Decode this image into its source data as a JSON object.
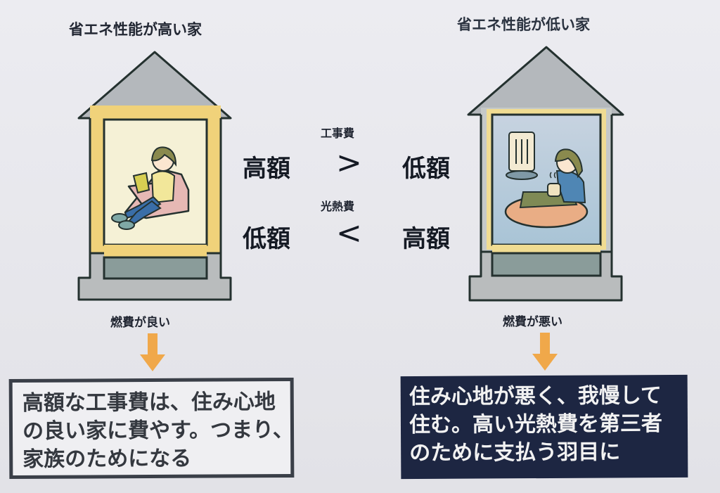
{
  "left_house": {
    "title": "省エネ性能が高い家",
    "caption": "燃費が良い",
    "illustration": "woman-reading-on-sofa",
    "conclusion_lines": [
      "高額な工事費は、住み心地",
      "の良い家に費やす。つまり、",
      "家族のためになる"
    ]
  },
  "right_house": {
    "title": "省エネ性能が低い家",
    "caption": "燃費が悪い",
    "illustration": "woman-shivering-at-kotatsu-with-heater",
    "conclusion_lines": [
      "住み心地が悪く、我慢して",
      "住む。高い光熱費を第三者",
      "のために支払う羽目に"
    ]
  },
  "comparison": {
    "rows": [
      {
        "label": "工事費",
        "left": "高額",
        "symbol": ">",
        "right": "低額"
      },
      {
        "label": "光熱費",
        "left": "低額",
        "symbol": "<",
        "right": "高額"
      }
    ]
  },
  "colors": {
    "roof": "#b4b8bc",
    "wall_insulation": "#f0d27a",
    "warm_interior": "#f5f1d6",
    "cold_interior": "#c9d6e0",
    "foundation": "#b9bcbd",
    "floor": "#8a9c9a",
    "arrow": "#f0a84a",
    "dark_box": "#1d2642",
    "outline": "#24312f"
  }
}
